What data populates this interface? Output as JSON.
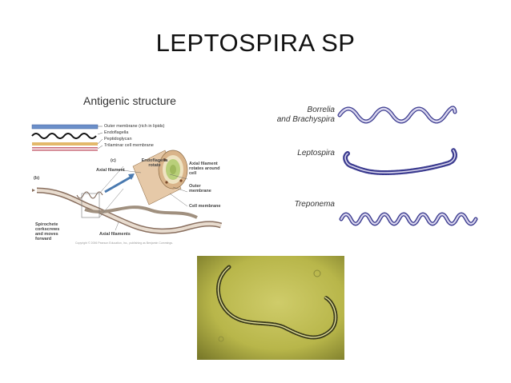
{
  "slide": {
    "title": "LEPTOSPIRA SP"
  },
  "left_figure": {
    "heading": "Antigenic structure",
    "legend": [
      "Outer membrane (rich in lipids)",
      "Endoflagella",
      "Peptidoglycan",
      "Trilaminar cell membrane"
    ],
    "panel_c_letter": "(c)",
    "panel_b_letter": "(b)",
    "labels": {
      "axial_filament": "Axial filament",
      "endoflagella_rotate": "Endoflagella rotate",
      "axial_filament_rotates": "Axial filament rotates around cell",
      "outer_membrane": "Outer membrane",
      "cell_membrane": "Cell membrane",
      "spirochete_moves": "Spirochete corkscrews and moves forward",
      "axial_filaments": "Axial filaments"
    },
    "copyright": "Copyright © 2006 Pearson Education, Inc., publishing as Benjamin Cummings."
  },
  "right_figure": {
    "items": [
      {
        "name_line1": "Borrelia",
        "name_line2": "and Brachyspira"
      },
      {
        "name_line1": "Leptospira",
        "name_line2": ""
      },
      {
        "name_line1": "Treponema",
        "name_line2": ""
      }
    ]
  },
  "colors": {
    "outer_membrane": "#6b8fc9",
    "peptidoglycan": "#e3b86a",
    "cell_membrane": "#c96a7a",
    "spirochete_outline": "#3b3b8f",
    "spirochete_fill": "#d9d6ee",
    "micrograph_bg": "#b8b64a"
  }
}
